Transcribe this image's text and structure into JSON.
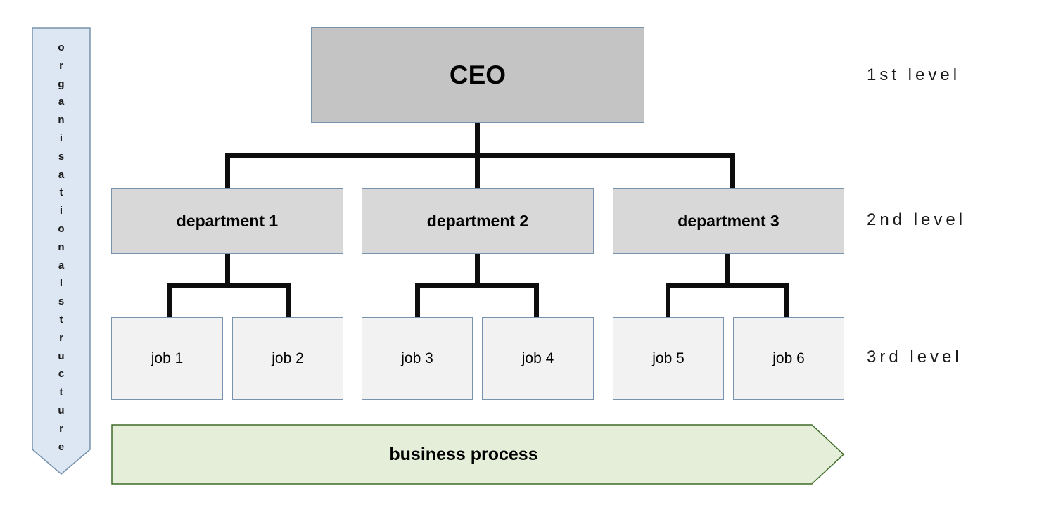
{
  "diagram": {
    "side_arrow": {
      "text": "organisational structure",
      "letters": [
        "o",
        "r",
        "g",
        "a",
        "n",
        "i",
        "s",
        "a",
        "t",
        "i",
        "o",
        "n",
        "a",
        "l",
        "",
        "s",
        "t",
        "r",
        "u",
        "c",
        "t",
        "u",
        "r",
        "e"
      ],
      "fill_color": "#dce7f3",
      "border_color": "#7893ad",
      "direction": "down"
    },
    "levels": [
      {
        "label": "1st level"
      },
      {
        "label": "2nd level"
      },
      {
        "label": "3rd level"
      }
    ],
    "nodes": {
      "ceo": {
        "label": "CEO",
        "fill_color": "#c4c4c4",
        "border_color": "#7893ad"
      },
      "departments": [
        {
          "label": "department 1"
        },
        {
          "label": "department 2"
        },
        {
          "label": "department 3"
        }
      ],
      "department_style": {
        "fill_color": "#d8d8d8",
        "border_color": "#7893ad"
      },
      "jobs": [
        {
          "label": "job 1"
        },
        {
          "label": "job 2"
        },
        {
          "label": "job 3"
        },
        {
          "label": "job 4"
        },
        {
          "label": "job 5"
        },
        {
          "label": "job 6"
        }
      ],
      "job_style": {
        "fill_color": "#f2f2f2",
        "border_color": "#7893ad"
      }
    },
    "process_banner": {
      "label": "business process",
      "fill_color": "#e4eed8",
      "border_color": "#3f6b28",
      "direction": "right"
    },
    "connector_color": "#0d0d0d"
  }
}
